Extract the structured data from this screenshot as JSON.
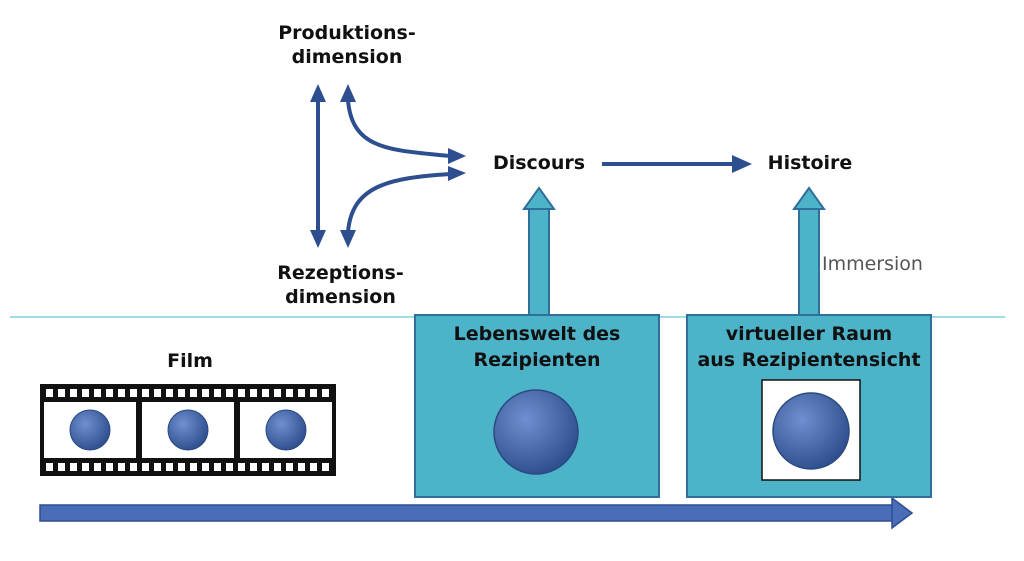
{
  "labels": {
    "produktions": "Produktions-\ndimension",
    "rezeptions": "Rezeptions-\ndimension",
    "discours": "Discours",
    "histoire": "Histoire",
    "immersion": "Immersion",
    "film": "Film"
  },
  "boxes": {
    "lebenswelt": "Lebenswelt des\nRezipienten",
    "virtuell": "virtueller Raum\naus Rezipientensicht"
  },
  "colors": {
    "dark_blue": "#2e4f8f",
    "box_fill": "#4db3c9",
    "box_border": "#2f6f9a",
    "baseline": "#7fd0e0",
    "circle": "#3e62a8"
  }
}
